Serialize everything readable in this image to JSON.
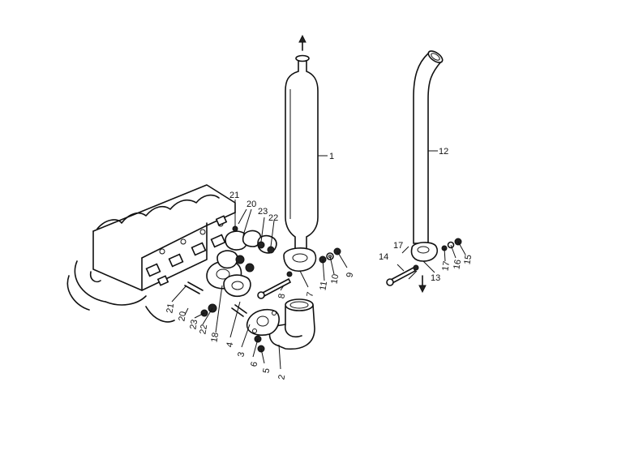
{
  "labels": {
    "l1": "1",
    "l2": "2",
    "l3": "3",
    "l4": "4",
    "l5": "5",
    "l6": "6",
    "l7": "7",
    "l8": "8",
    "l9": "9",
    "l10": "10",
    "l11": "11",
    "l12": "12",
    "l13": "13",
    "l14": "14",
    "l15": "15",
    "l16": "16",
    "l17a": "17",
    "l17b": "17",
    "l18": "18",
    "l20a": "20",
    "l20b": "20",
    "l21a": "21",
    "l21b": "21",
    "l22a": "22",
    "l22b": "22",
    "l23a": "23",
    "l23b": "23"
  }
}
